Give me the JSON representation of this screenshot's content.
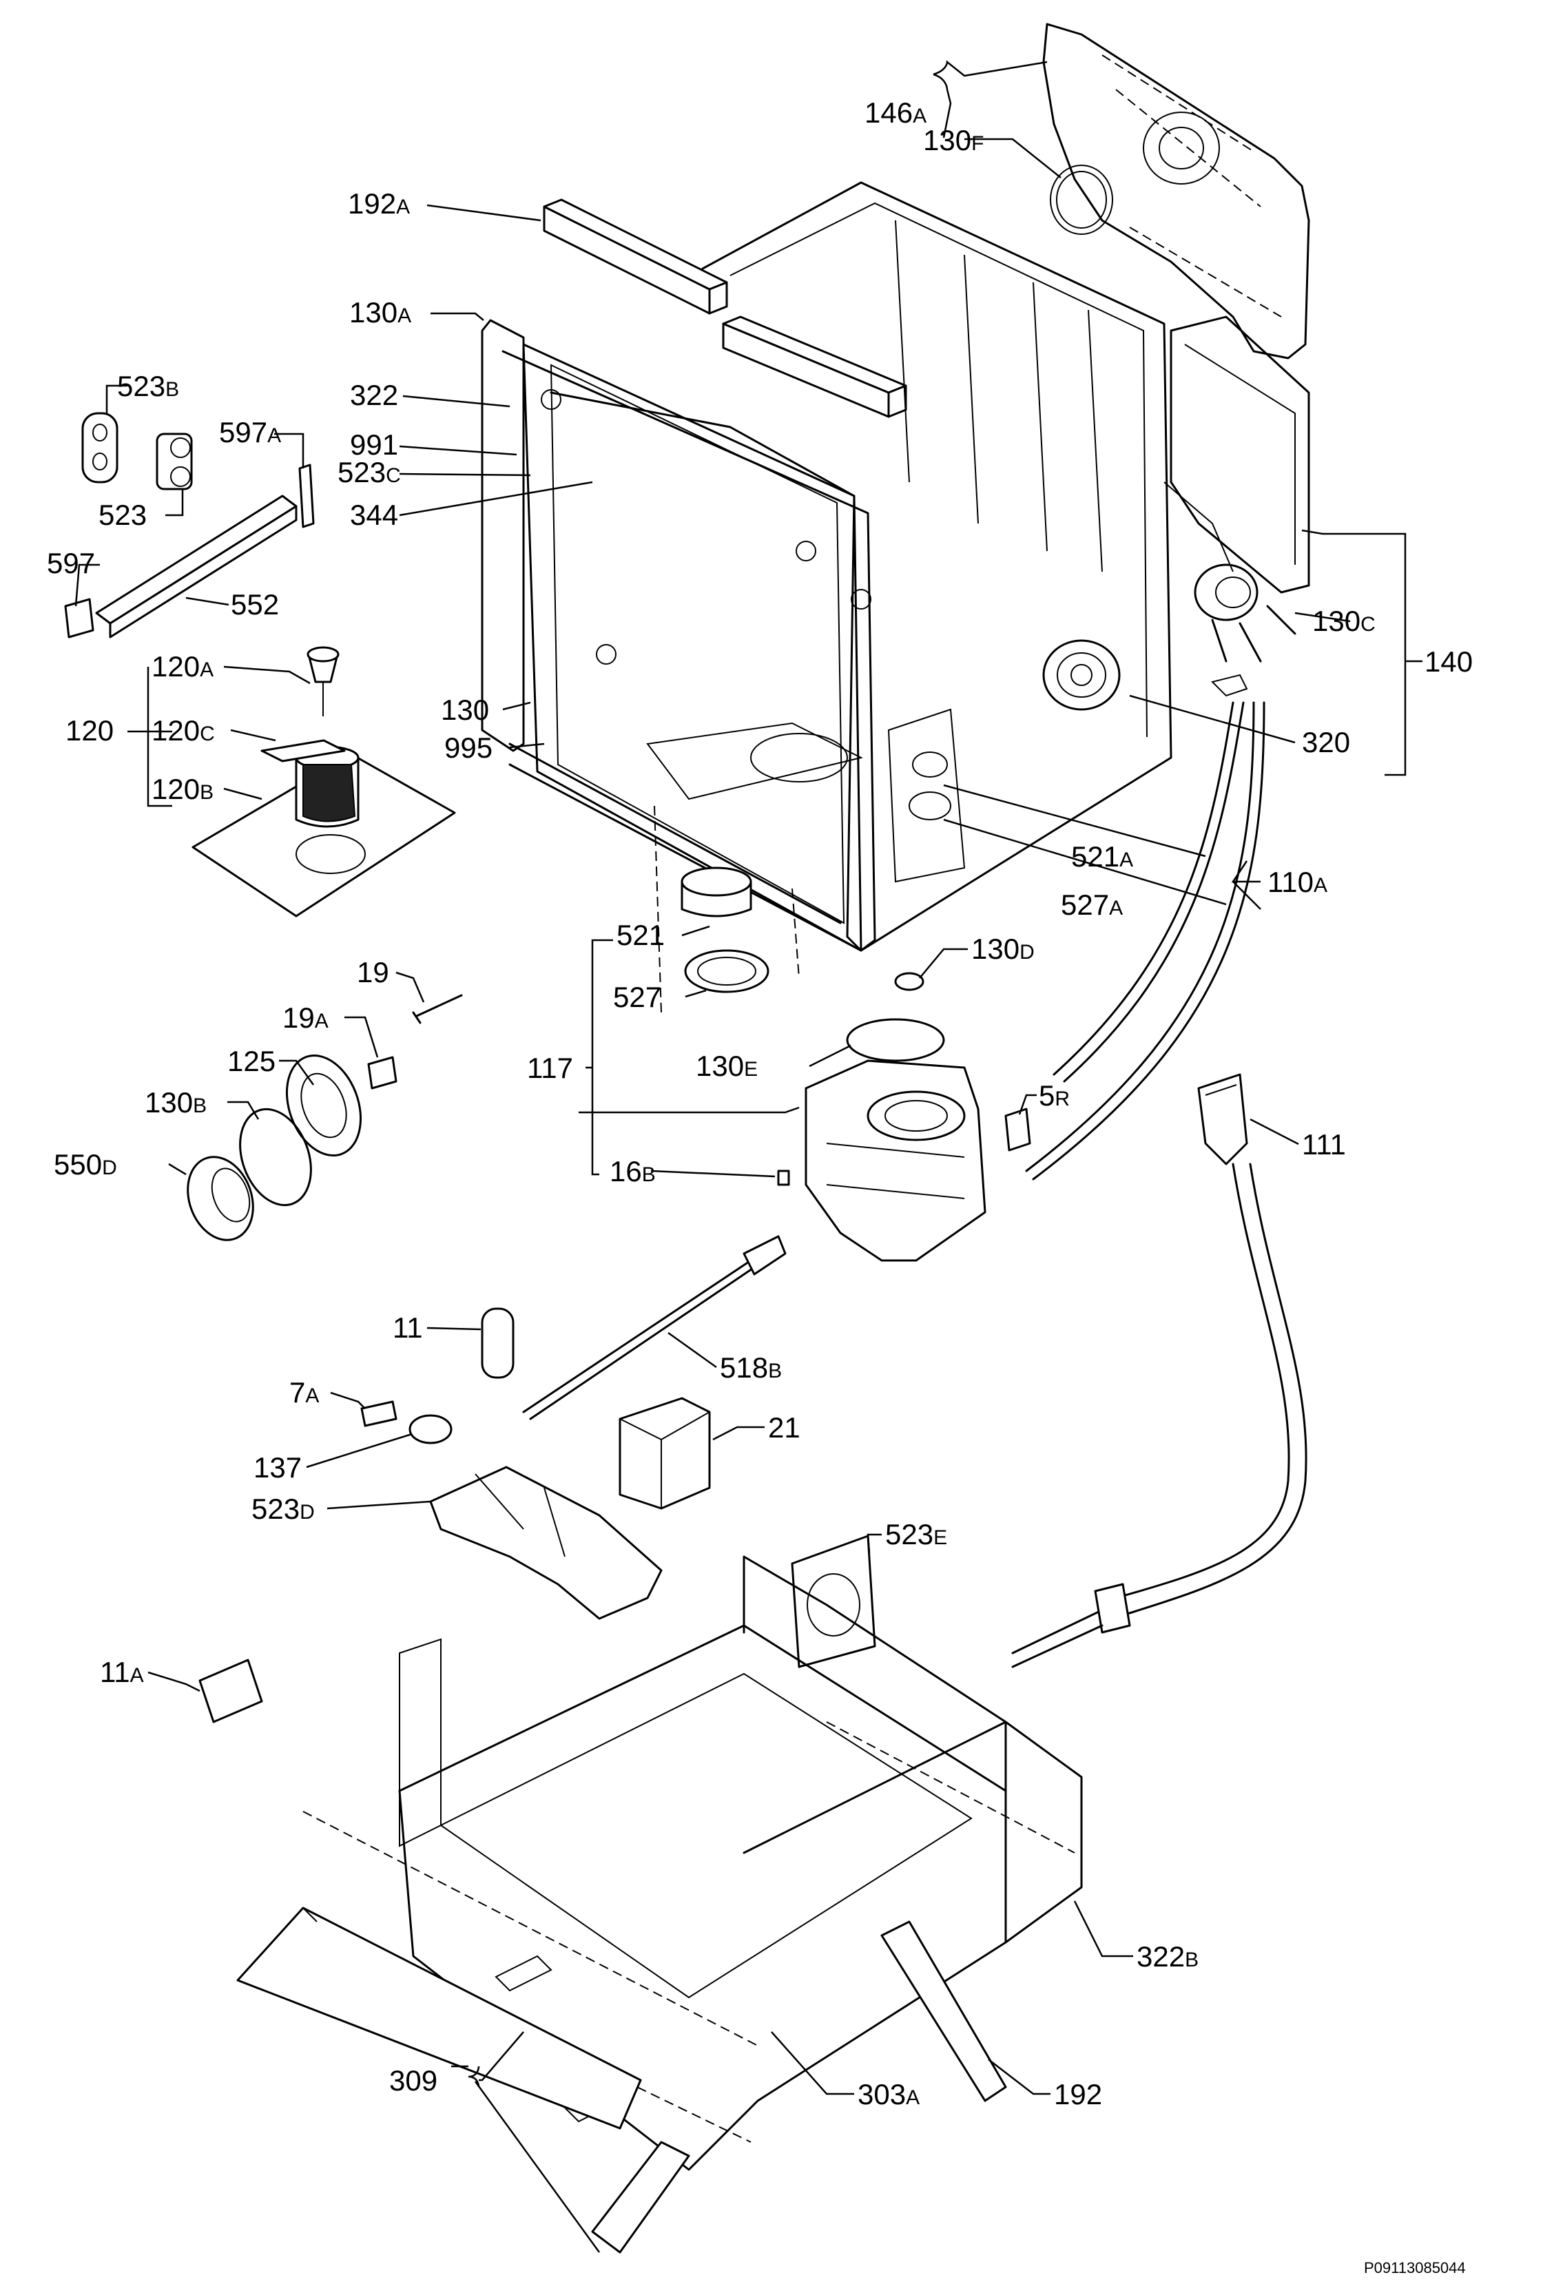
{
  "diagram": {
    "code": "P09113085044",
    "labels": [
      {
        "id": "146a",
        "text": "146",
        "suffix": "A"
      },
      {
        "id": "130f",
        "text": "130",
        "suffix": "F"
      },
      {
        "id": "192a",
        "text": "192",
        "suffix": "A"
      },
      {
        "id": "130a",
        "text": "130",
        "suffix": "A"
      },
      {
        "id": "523b",
        "text": "523",
        "suffix": "B"
      },
      {
        "id": "322",
        "text": "322",
        "suffix": ""
      },
      {
        "id": "597a",
        "text": "597",
        "suffix": "A"
      },
      {
        "id": "991",
        "text": "991",
        "suffix": ""
      },
      {
        "id": "523c",
        "text": "523",
        "suffix": "C"
      },
      {
        "id": "523",
        "text": "523",
        "suffix": ""
      },
      {
        "id": "344",
        "text": "344",
        "suffix": ""
      },
      {
        "id": "597",
        "text": "597",
        "suffix": ""
      },
      {
        "id": "552",
        "text": "552",
        "suffix": ""
      },
      {
        "id": "130c",
        "text": "130",
        "suffix": "C"
      },
      {
        "id": "140",
        "text": "140",
        "suffix": ""
      },
      {
        "id": "120a",
        "text": "120",
        "suffix": "A"
      },
      {
        "id": "120",
        "text": "120",
        "suffix": ""
      },
      {
        "id": "120c",
        "text": "120",
        "suffix": "C"
      },
      {
        "id": "120b",
        "text": "120",
        "suffix": "B"
      },
      {
        "id": "130",
        "text": "130",
        "suffix": ""
      },
      {
        "id": "995",
        "text": "995",
        "suffix": ""
      },
      {
        "id": "320",
        "text": "320",
        "suffix": ""
      },
      {
        "id": "521a",
        "text": "521",
        "suffix": "A"
      },
      {
        "id": "110a",
        "text": "110",
        "suffix": "A"
      },
      {
        "id": "527a",
        "text": "527",
        "suffix": "A"
      },
      {
        "id": "521",
        "text": "521",
        "suffix": ""
      },
      {
        "id": "130d",
        "text": "130",
        "suffix": "D"
      },
      {
        "id": "19",
        "text": "19",
        "suffix": ""
      },
      {
        "id": "527",
        "text": "527",
        "suffix": ""
      },
      {
        "id": "19a",
        "text": "19",
        "suffix": "A"
      },
      {
        "id": "125",
        "text": "125",
        "suffix": ""
      },
      {
        "id": "117",
        "text": "117",
        "suffix": ""
      },
      {
        "id": "130e",
        "text": "130",
        "suffix": "E"
      },
      {
        "id": "130b",
        "text": "130",
        "suffix": "B"
      },
      {
        "id": "5r",
        "text": "5",
        "suffix": "R"
      },
      {
        "id": "111",
        "text": "111",
        "suffix": ""
      },
      {
        "id": "550d",
        "text": "550",
        "suffix": "D"
      },
      {
        "id": "16b",
        "text": "16",
        "suffix": "B"
      },
      {
        "id": "11",
        "text": "11",
        "suffix": ""
      },
      {
        "id": "518b",
        "text": "518",
        "suffix": "B"
      },
      {
        "id": "7a",
        "text": "7",
        "suffix": "A"
      },
      {
        "id": "21",
        "text": "21",
        "suffix": ""
      },
      {
        "id": "137",
        "text": "137",
        "suffix": ""
      },
      {
        "id": "523d",
        "text": "523",
        "suffix": "D"
      },
      {
        "id": "523e",
        "text": "523",
        "suffix": "E"
      },
      {
        "id": "11a",
        "text": "11",
        "suffix": "A"
      },
      {
        "id": "322b",
        "text": "322",
        "suffix": "B"
      },
      {
        "id": "309",
        "text": "309",
        "suffix": ""
      },
      {
        "id": "303a",
        "text": "303",
        "suffix": "A"
      },
      {
        "id": "192",
        "text": "192",
        "suffix": ""
      }
    ]
  }
}
